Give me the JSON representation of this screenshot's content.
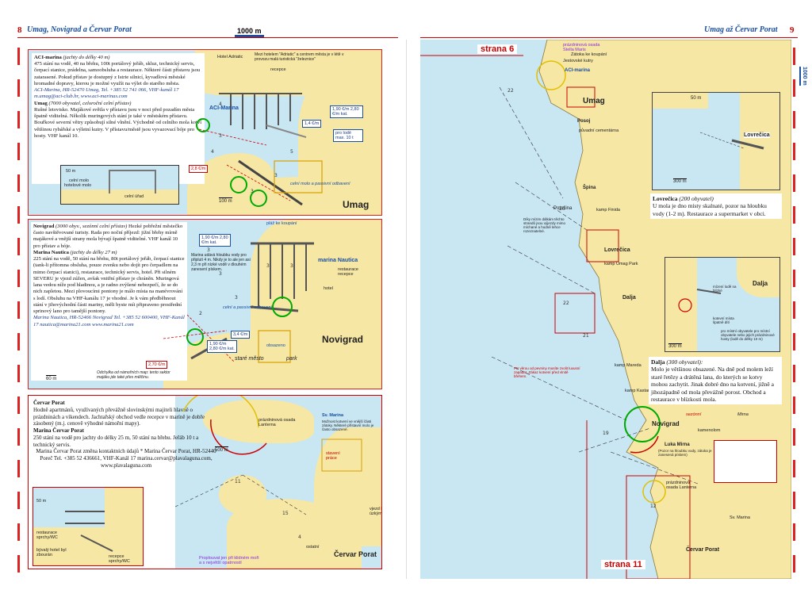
{
  "header": {
    "left_page_number": "8",
    "left_title": "Umag, Novigrad a Červar Porat",
    "left_scale": "1000 m",
    "right_title": "Umag až Červar Porat",
    "right_page_number": "9",
    "right_scale": "1000 m"
  },
  "umag_panel": {
    "title": "Umag",
    "text_heading": "ACI-marina",
    "text_heading_note": "(jachty do délky 40 m)",
    "text_body": "475 stání na vodě, 40 na břehu, 100t portálový jeřáb, skluz, technický servis, čerpací stanice, prádelna, samoobsluha a restaurace. Některé části přístavu jsou zatarasené. Pokud přístav je dostupný z Istrie silnicí, kyvadlová městské hromadné dopravy, kterou je možné využít na výlet do starého města.",
    "contact": "ACI-Marina, HR-52470 Umag, Tel. +385 52 741 066, VHF-kanál 17 m.umag@aci-club.hr, www.aci-marinas.com",
    "town_heading": "Umag",
    "town_note": "(7000 obyvatel, celoroční celní přístav)",
    "town_body": "Rušné letovisko. Majákové světla v přístavu jsou v noci před pozadím města špatně viditelná. Několik muringových stání je také v městském přístavu. Bouřkové severní větry způsobují silné vlnění. Východně od celního mola kotví většinou rybářské a výletní kutry. V přístavu/městě jsou vyvazovací bóje pro hosty. VHF kanál 10.",
    "labels": {
      "hotel": "Hotel Adriatic",
      "recepce": "recepce",
      "aci_marina": "ACI-Marina",
      "hotel_note": "Mezi hotelem \"Adriatic\" a centrem města je v létě v provozu malá turistická \"železnice\"",
      "celni": "celní molo a passivní odbavení",
      "price1": "1,90 €/m 2,80 €/m kat.",
      "price2": "1,4 €/m",
      "price3": "pro lodě max. 10 t",
      "price4": "2,8 €/m",
      "scale": "100 m",
      "inset_scale": "50 m",
      "inset_label1": "celní molo",
      "inset_label2": "hotelové molo",
      "inset_label3": "celní úřad"
    }
  },
  "novigrad_panel": {
    "title": "Novigrad",
    "text_heading": "Novigrad",
    "text_heading_note": "(3000 obyv., sezónní celní přístav)",
    "text_body": "Hezké pobřežní městečko často navštěvované turisty. Rada pro noční příjezd: jižní břehy mírně majákové a vnější strany mola bývají špatně viditelné. VHF kanál 10 pro přístav a bóje.",
    "marina_heading": "Marina Nautica",
    "marina_note": "(jachty do délky 27 m)",
    "marina_body": "225 stání na vodě, 50 stání na břehu, 80t portálový jeřáb, čerpací stanice (tank-li přítomna obsluha, pouze zvenku nebo dojít pro čerpadlem na mimo čerpací stanici), restaurace, technický servis, hotel. Při silném SEVERU je vjezd zúžen, avšak vnitřní přístav je chráněn. Muringová lana vedou níže pod hladinou, a je radno zvýšené nebezpečí, že se do nich zapletou. Mezi plovoucími pontony je málo místa na manévrování s lodí. Obsluhu na VHF-kanálu 17 je vhodné. Je k vám předběhnout stání v jihovýchodní části mariny, měli byste mít připraveno prostřední sprinový lano pro tamější pontony.",
    "contact": "Marina Nautica, HR-52466 Novigrad Tel. +385 52 600400, VHF-Kanál 17 nautica@marina21.com www.marina21.com",
    "labels": {
      "plaz": "pláž ke koupání",
      "marina_nautica": "marina Nautica",
      "restaurace": "restaurace recepce",
      "hotel": "hotel",
      "depth_note": "Marina udává hloubku vody pro připlutí 4 m. Nikdy je to ale jen asi 2,3 m při nízké vodě v dlouhém zanesení pískem.",
      "celni": "celní a passivní odbavení",
      "price1": "1,90 €/m 2,80 €/m kat.",
      "price2": "3,4 €/m",
      "price3": "1,90 €/m 2,80 €/m kat.",
      "price4": "2,70 €/m",
      "stare_mesto": "staré město",
      "park": "park",
      "odchylka": "Odchylka od námořních map: tento sektor majáku jde také přes mělčinu.",
      "scale": "60 m",
      "obsazeno": "obsazeno"
    }
  },
  "cervar_panel": {
    "title": "Červar Porat",
    "heading": "Červar Porat",
    "intro": "Hodně apartmánů, využívaných převážně slovinskými majiteli hlavně o prázdninách a víkendech. Jachtařský obchod vedle recepce v maríně je dobře zásobený (m.j. cenově výhodné námořní mapy).",
    "marina_heading": "Marina Červar Porat",
    "marina_body": "250 stání na vodě pro jachty do délky 25 m, 50 stání na břehu. Jeřáb 10 t a technický servis.",
    "contact": "Marina Červar Porat změna kontaktních údajů * Marina Červar Porat, HR-52440 Poreč Tel. +385 52 436661, VHF-Kanál 17 marina.cervar@plavalaguna.com, www.plavalaguna.com",
    "labels": {
      "prazdninova": "prázdninová osada Lanterna",
      "sv_marina": "Sv. Marina",
      "sv_marina_note": "Možnost kotvení ve vnější části zátoky. Některé přístavní molo je často obsazené.",
      "scale": "500 m",
      "inset_scale": "50 m",
      "restaurace": "restaurace sprchy/WC",
      "bar": "bývalý hotel byl zbourán",
      "recepce": "recepce sprchy/WC",
      "ostatni": "ostatní",
      "cervar_porat": "Červar Porat",
      "pozor": "Proplouvat jen při klidném moři a s největší opatrností",
      "vjezd": "vjezd k úzkým",
      "stavebni": "stavení práce"
    }
  },
  "overview": {
    "strana_top": "strana 6",
    "strana_bottom": "strana 11",
    "places": {
      "umag": "Umag",
      "posoj": "Posoj",
      "spina": "Špina",
      "potocina": "Potočina",
      "lovrecica": "Lovrečica",
      "dalja": "Dalja",
      "novigrad": "Novigrad",
      "luka_mirna": "Luka Mirna",
      "cervar": "Červar Porat",
      "sv_marina": "Sv. Marina",
      "kamp_finida": "kamp Finida",
      "kamp_umag": "kamp Umag Park",
      "kamp_kastanija": "kamp Kastanija",
      "kamp_mareda": "kamp Mareda",
      "kamp_lanterna": "prázdninová osada Lanterna",
      "prazdninova": "prázdninová osada Stella Maris",
      "aci_marina": "ACI-marina",
      "jestovske": "Jestovské kutry",
      "umag_tiny": "Zátoka ke koupání",
      "pusdni": "půvadní cementárna",
      "zlodeji": "Díky mízim dálkám těchto strandů jsou výjezdy mimo míchané a hodně lehce rozeznatelné.",
      "pn_note": "PN věrou od pevniny musíte zvolit luxusní zapadat. Zákaz kotvení před vlnitě břehem.",
      "mirna_note": "(Pozor na hloubku vody, zátoka je zanesená pískem)",
      "kamenstom": "kamenolom",
      "sezon": "sezónní",
      "mirna": "Mirna"
    },
    "lovrecica_text": {
      "heading": "Lovrečica",
      "note": "(200 obyvatel)",
      "body": "U mola je dno místy skalnaté, pozor na hloubku vody (1-2 m). Restaurace a supermarket v obci."
    },
    "dalja_text": {
      "heading": "Dalja",
      "note": "(300 obyvatel):",
      "body": "Molo je většinou obsazené. Na dně pod molem leží staré řetězy a drátěná lana, do kterých se kotvy mohou zachytit. Jinak dobré dno na kotvení, jižně a jihozápadně od mola převážně porost. Obchod a restaurace v blízkosti mola."
    },
    "lovrecica_inset": {
      "title": "Lovrečica",
      "scale": "50 m",
      "scale2": "300 m"
    },
    "dalja_inset": {
      "title": "Dalja",
      "scale": "300 m",
      "note1": "mízení lodě na blízké",
      "note2": "kotevní místa špatně dítí",
      "note3": "pro místní obyvatele pro místní obyvatele nebo jejich prázdninové hosty (lodě do délky 10 m)"
    }
  },
  "colors": {
    "sea": "#c9e6f3",
    "land": "#f6e7a5",
    "frame": "#d22222",
    "accent": "#1a4fa0"
  }
}
